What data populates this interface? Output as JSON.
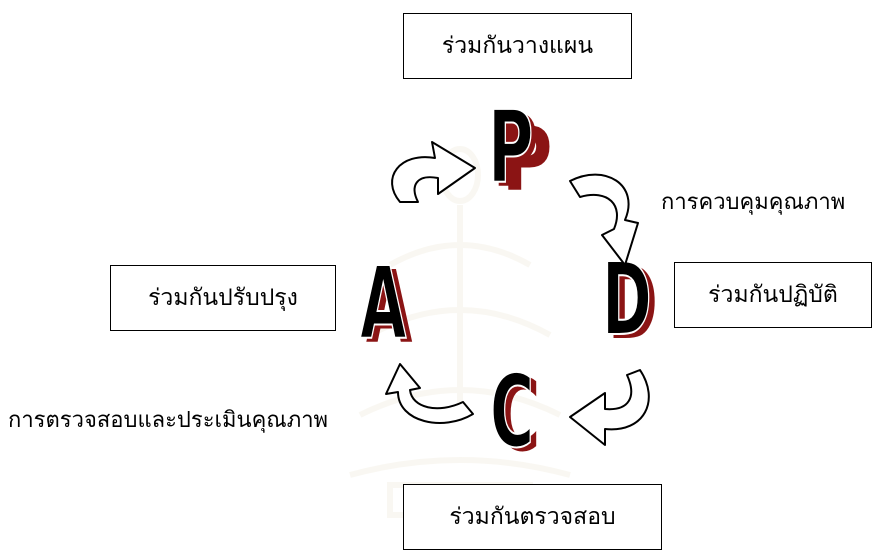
{
  "boxes": {
    "plan": "ร่วมกันวางแผน",
    "do": "ร่วมกันปฏิบัติ",
    "check": "ร่วมกันตรวจสอบ",
    "act": "ร่วมกันปรับปรุง"
  },
  "letters": {
    "p": "P",
    "d": "D",
    "c": "C",
    "a": "A"
  },
  "notes": {
    "quality_control": "การควบคุมคุณภาพ",
    "quality_assessment": "การตรวจสอบและประเมินคุณภาพ"
  },
  "colors": {
    "letter_fill": "#000000",
    "letter_shadow": "#8b1414",
    "arrow_fill": "#ffffff",
    "arrow_stroke": "#000000",
    "watermark": "#c9b98a"
  },
  "icons": {
    "watermark": "university-emblem-watermark",
    "arrows": "curved-arrow-icon"
  }
}
